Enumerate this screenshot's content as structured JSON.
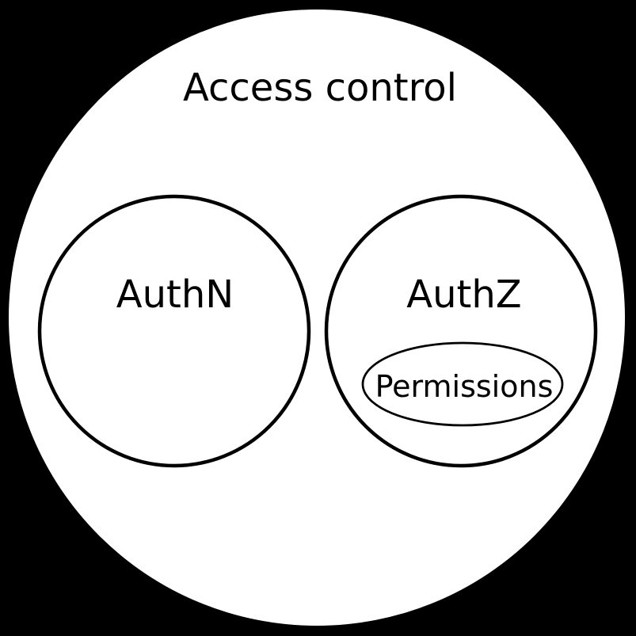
{
  "diagram": {
    "title": "Access control",
    "sets": [
      {
        "label": "AuthN"
      },
      {
        "label": "AuthZ",
        "subset": {
          "label": "Permissions"
        }
      }
    ],
    "colors": {
      "background": "#000000",
      "set_fill": "#ffffff",
      "stroke": "#000000",
      "text": "#000000"
    }
  }
}
